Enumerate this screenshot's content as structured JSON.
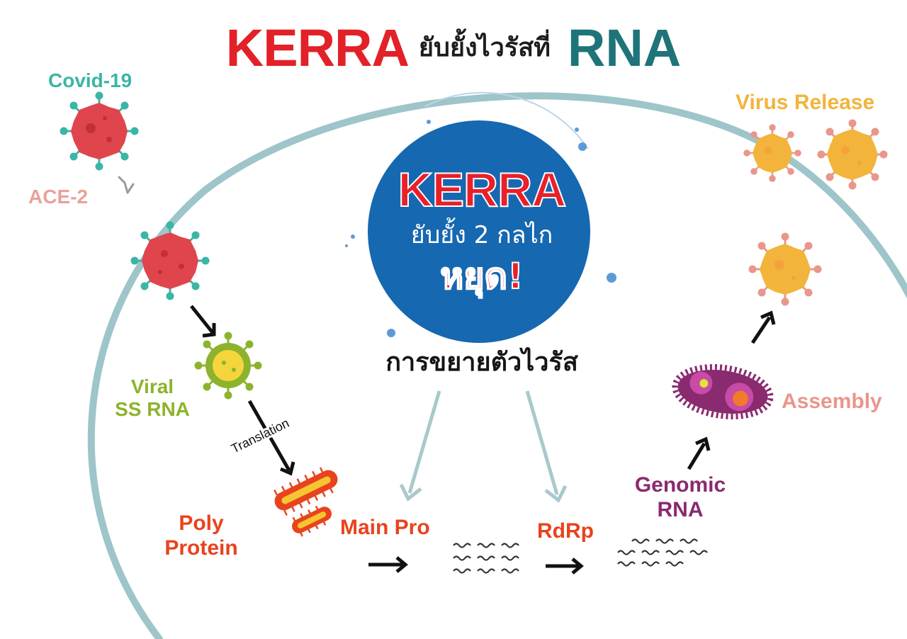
{
  "title": {
    "brand": "KERRA",
    "middle": "ยับยั้งไวรัสที่",
    "target": "RNA"
  },
  "center": {
    "brand": "KERRA",
    "subtitle": "ยับยั้ง 2 กลไก",
    "stop": "หยุด!",
    "caption": "การขยายตัวไวรัส"
  },
  "labels": {
    "covid": "Covid-19",
    "ace2": "ACE-2",
    "viral_line1": "Viral",
    "viral_line2": "SS RNA",
    "translation": "Translation",
    "poly_line1": "Poly",
    "poly_line2": "Protein",
    "main_pro": "Main Pro",
    "rdrp": "RdRp",
    "genomic_line1": "Genomic",
    "genomic_line2": "RNA",
    "assembly": "Assembly",
    "virus_release": "Virus Release"
  },
  "colors": {
    "brand_red": "#e22128",
    "rna_teal": "#1e7479",
    "covid_teal": "#3bb5a6",
    "ace2_pink": "#e9a19a",
    "virus_red": "#e0444d",
    "viral_green": "#8db32c",
    "poly_orange": "#e8431d",
    "genomic_purple": "#8a2a6f",
    "assembly_pink": "#e9968b",
    "release_gold": "#f2b43a",
    "circle_blue": "#1668b0",
    "cell_teal": "#9ec5c9"
  }
}
